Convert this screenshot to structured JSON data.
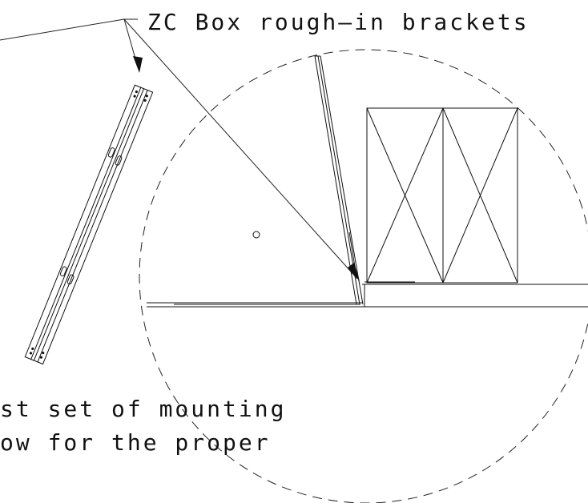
{
  "drawing": {
    "callout_label": "ZC Box rough—in brackets",
    "note_line_1": "st set of mounting",
    "note_line_2": "ow for the proper",
    "ink_color": "#111111",
    "background_color": "#ffffff"
  }
}
